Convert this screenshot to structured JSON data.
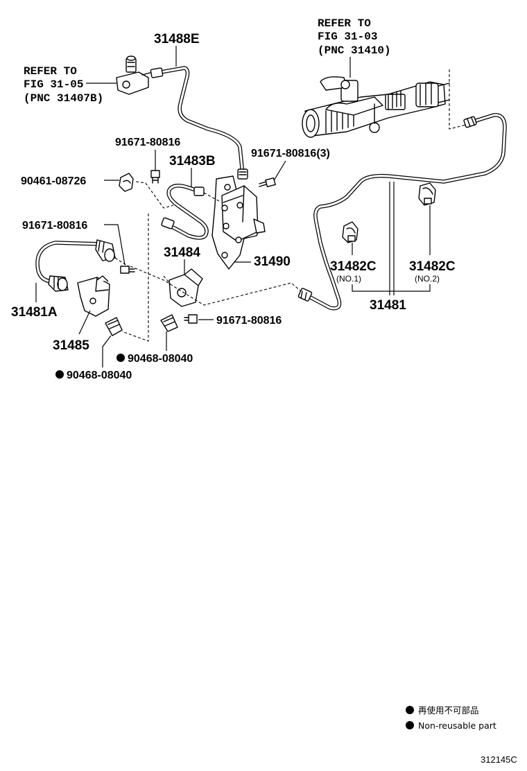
{
  "labels": {
    "p31488E": "31488E",
    "p31483B": "31483B",
    "p31484": "31484",
    "p31490": "31490",
    "p31481A": "31481A",
    "p31485": "31485",
    "p31481": "31481",
    "p31482C_1": "31482C",
    "p31482C_2": "31482C",
    "no1": "(NO.1)",
    "no2": "(NO.2)",
    "b91671_a": "91671-80816",
    "b91671_b": "91671-80816(3)",
    "b91671_c": "91671-80816",
    "b91671_d": "91671-80816",
    "b90461": "90461-08726",
    "c90468_a": "90468-08040",
    "c90468_b": "90468-08040"
  },
  "refer_left": {
    "line1": "REFER TO",
    "line2": "FIG 31-05",
    "line3": "(PNC 31407B)"
  },
  "refer_right": {
    "line1": "REFER TO",
    "line2": "FIG 31-03",
    "line3": "(PNC 31410)"
  },
  "legend": {
    "jp": "再使用不可部品",
    "en": "Non-reusable part"
  },
  "figure_id": "312145C"
}
